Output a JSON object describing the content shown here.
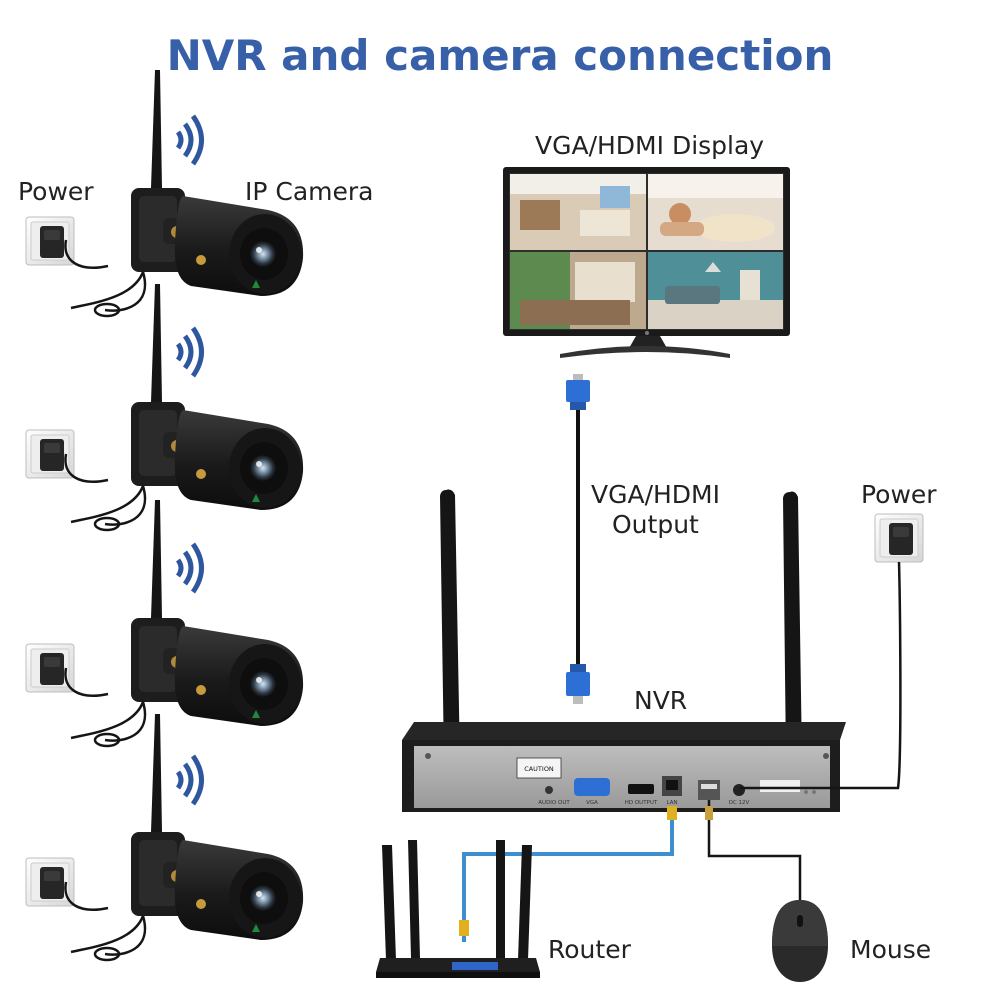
{
  "title": "NVR and camera connection",
  "labels": {
    "camera_power": "Power",
    "ip_camera": "IP Camera",
    "display": "VGA/HDMI Display",
    "output_line1": "VGA/HDMI",
    "output_line2": "Output",
    "nvr": "NVR",
    "nvr_power": "Power",
    "router": "Router",
    "mouse": "Mouse"
  },
  "nvr_ports": {
    "caution": "CAUTION",
    "audio_out": "AUDIO OUT",
    "vga": "VGA",
    "hd_output": "HD OUTPUT",
    "lan": "LAN",
    "dc": "DC 12V"
  },
  "colors": {
    "title": "#3760a8",
    "wifi": "#2f57a0",
    "lan_cable": "#3e8fd0",
    "vga_connector": "#2e6fd6",
    "camera_body": "#1e1e1e",
    "nvr_panel": "#a9a9a9"
  },
  "icons": [
    "wifi-signal-icon",
    "power-adapter-icon",
    "ip-camera-icon",
    "monitor-icon",
    "router-icon",
    "mouse-icon",
    "vga-connector-icon"
  ]
}
